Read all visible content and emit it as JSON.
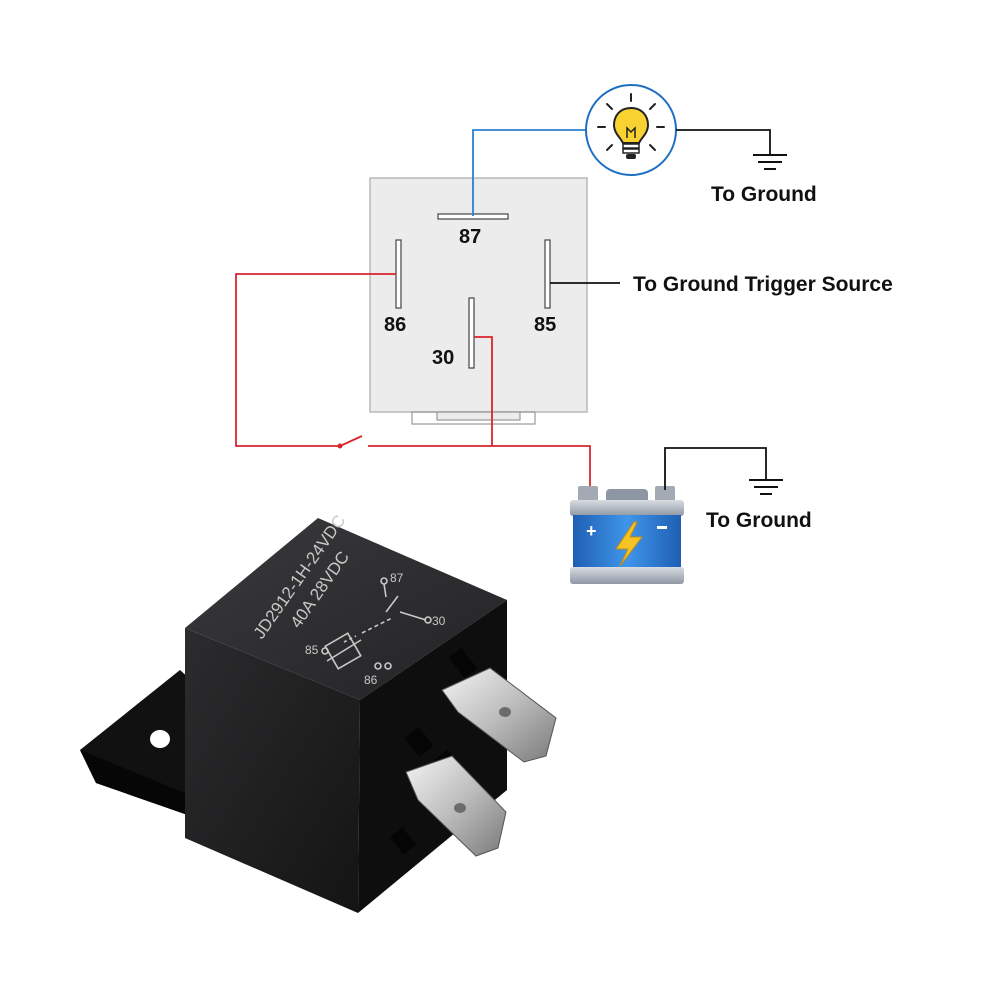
{
  "pins": {
    "p87": "87",
    "p86": "86",
    "p85": "85",
    "p30": "30"
  },
  "labels": {
    "ground_lamp": "To Ground",
    "trigger": "To Ground Trigger Source",
    "ground_battery": "To Ground"
  },
  "relay_markings": {
    "model": "JD2912-1H-24VDC",
    "rating": "40A 28VDC",
    "pin87": "87",
    "pin30": "30",
    "pin85": "85",
    "pin86": "86"
  },
  "colors": {
    "wire_red": "#d8262c",
    "wire_blue": "#2d7fd3",
    "wire_black": "#111111",
    "relay_outline_fill": "#ececec",
    "battery_blue": "#2a78d6",
    "bolt_yellow": "#f6c325"
  },
  "icons": {
    "lamp": "light-bulb-icon",
    "battery": "car-battery-icon",
    "ground": "ground-symbol-icon",
    "switch": "switch-icon"
  }
}
